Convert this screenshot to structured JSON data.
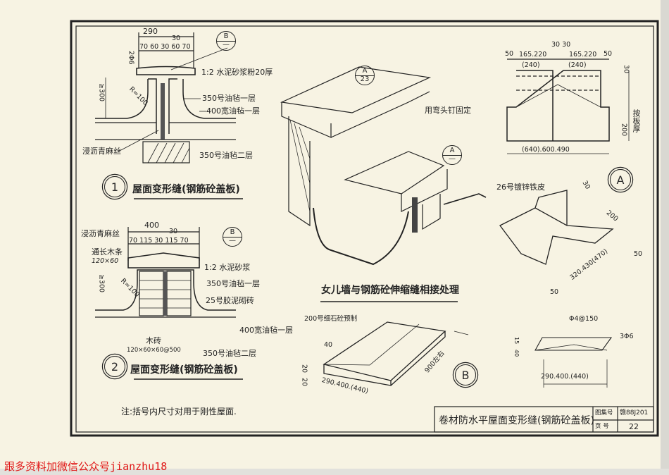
{
  "detail1": {
    "dims": {
      "total": "290",
      "parts": "70 60 30 60 70",
      "mid": "30",
      "bars": "2Φ6",
      "height": "≥300",
      "radius": "R=100"
    },
    "ref": {
      "top": "B",
      "bottom": "—"
    },
    "labels": {
      "mortar": "1:2 水泥砂浆粉20厚",
      "felt1": "350号油毡一层",
      "felt_wide": "400宽油毡一层",
      "hemp": "浸沥青麻丝",
      "felt2": "350号油毡二层"
    },
    "number": "1",
    "title": "屋面变形缝(钢筋砼盖板)"
  },
  "detail2": {
    "dims": {
      "total": "400",
      "parts": "70 115 30 115 70",
      "mid": "30",
      "height": "≥300",
      "radius": "R=100"
    },
    "ref": {
      "top": "B",
      "bottom": "—"
    },
    "labels": {
      "hemp": "浸沥青麻丝",
      "strip": "通长木条",
      "strip_size": "120×60",
      "mortar": "1:2 水泥砂浆",
      "felt1": "350号油毡一层",
      "brick": "25号胶泥砌砖",
      "felt_wide": "400宽油毡一层",
      "woodbrick": "木砖",
      "woodbrick_size": "120×60×60@500",
      "felt2": "350号油毡二层"
    },
    "number": "2",
    "title": "屋面变形缝(钢筋砼盖板)"
  },
  "note": "注:括号内尺寸对用于刚性屋面.",
  "iso": {
    "ref_a23": {
      "top": "A",
      "bottom": "23"
    },
    "ref_a": {
      "top": "A",
      "bottom": "—"
    },
    "nail_label": "用弯头钉固定",
    "title": "女儿墙与钢筋砼伸缩缝相接处理"
  },
  "detailA": {
    "dims_top": [
      "50",
      "165.220",
      "30 30",
      "165.220",
      "50"
    ],
    "dims_sub": [
      "(240)",
      "(240)"
    ],
    "dim_30": "30",
    "dim_200": "200",
    "by_slab": "按板厚",
    "dim_bottom": "(640).600.490",
    "number": "A",
    "sheet_label": "26号镀锌铁皮",
    "iso_dims": {
      "d30": "30",
      "d200": "200",
      "d50a": "50",
      "diag": "320.430(470)",
      "d50b": "50"
    }
  },
  "detailB": {
    "precast_label": "200号细石砼预制",
    "d40": "40",
    "d20a": "20",
    "d20b": "20",
    "width": "290.400.(440)",
    "length": "900左右",
    "number": "B",
    "rebar1": "Φ4@150",
    "rebar2": "3Φ6",
    "d15": "15",
    "d40b": "40",
    "section_width": "290.400.(440)"
  },
  "titleblock": {
    "title": "卷材防水平屋面变形缝(钢筋砼盖板)",
    "atlas_label": "图集号",
    "atlas_value": "赣88J201",
    "page_label": "页 号",
    "page_value": "22"
  },
  "watermark": "跟多资料加微信公众号jianzhu18"
}
